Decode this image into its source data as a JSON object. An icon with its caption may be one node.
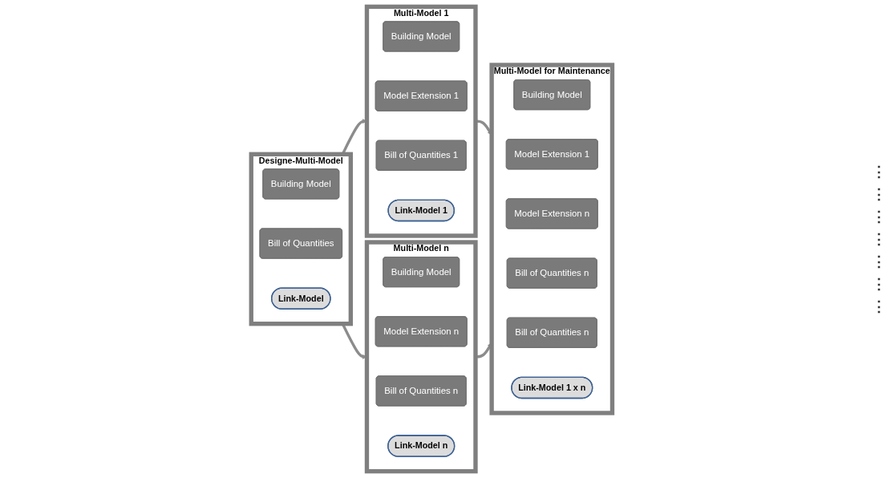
{
  "diagram": {
    "nodes": [
      {
        "text": [
          "Designe-Multi-Model"
        ]
      },
      {
        "text": [
          "Building Model"
        ],
        "in": 0
      },
      {
        "text": [
          "Bill of Quantities"
        ],
        "in": 0
      },
      {
        "text": [
          "Link-Model"
        ],
        "in": 0
      },
      {
        "text": [
          "Multi-Model 1"
        ]
      },
      {
        "text": [
          "Building Model"
        ],
        "in": 4
      },
      {
        "text": [
          "Model Extension 1"
        ],
        "in": 4
      },
      {
        "text": [
          "Bill of Quantities 1"
        ],
        "in": 4
      },
      {
        "text": [
          "Link-Model 1"
        ],
        "in": 4
      },
      {
        "text": [
          "Multi-Model n"
        ]
      },
      {
        "text": [
          "Building Model"
        ],
        "in": 9
      },
      {
        "text": [
          "Model Extension n"
        ],
        "in": 9
      },
      {
        "text": [
          "Bill of Quantities n"
        ],
        "in": 9
      },
      {
        "text": [
          "Link-Model n"
        ],
        "in": 9
      },
      {
        "text": [
          "Multi-Model for Maintenance"
        ]
      },
      {
        "text": [
          "Building Model"
        ],
        "in": 14
      },
      {
        "text": [
          "Model Extension 1"
        ],
        "in": 14
      },
      {
        "text": [
          "Model Extension n"
        ],
        "in": 14
      },
      {
        "text": [
          "Bill of Quantities n"
        ],
        "in": 14
      },
      {
        "text": [
          "Bill of Quantities n"
        ],
        "in": 14
      },
      {
        "text": [
          "Link-Model 1 x n"
        ],
        "in": 14
      }
    ],
    "edges": [
      {
        "from": 0,
        "to": 4,
        "arrow": "to"
      },
      {
        "from": 0,
        "to": 9,
        "arrow": "to"
      },
      {
        "from": 4,
        "to": 14,
        "arrow": "to"
      },
      {
        "from": 9,
        "to": 14,
        "arrow": "to"
      }
    ],
    "labels": [
      "⋮",
      "⋮",
      "⋮",
      "⋮",
      "⋮",
      "⋮",
      "⋮"
    ]
  }
}
